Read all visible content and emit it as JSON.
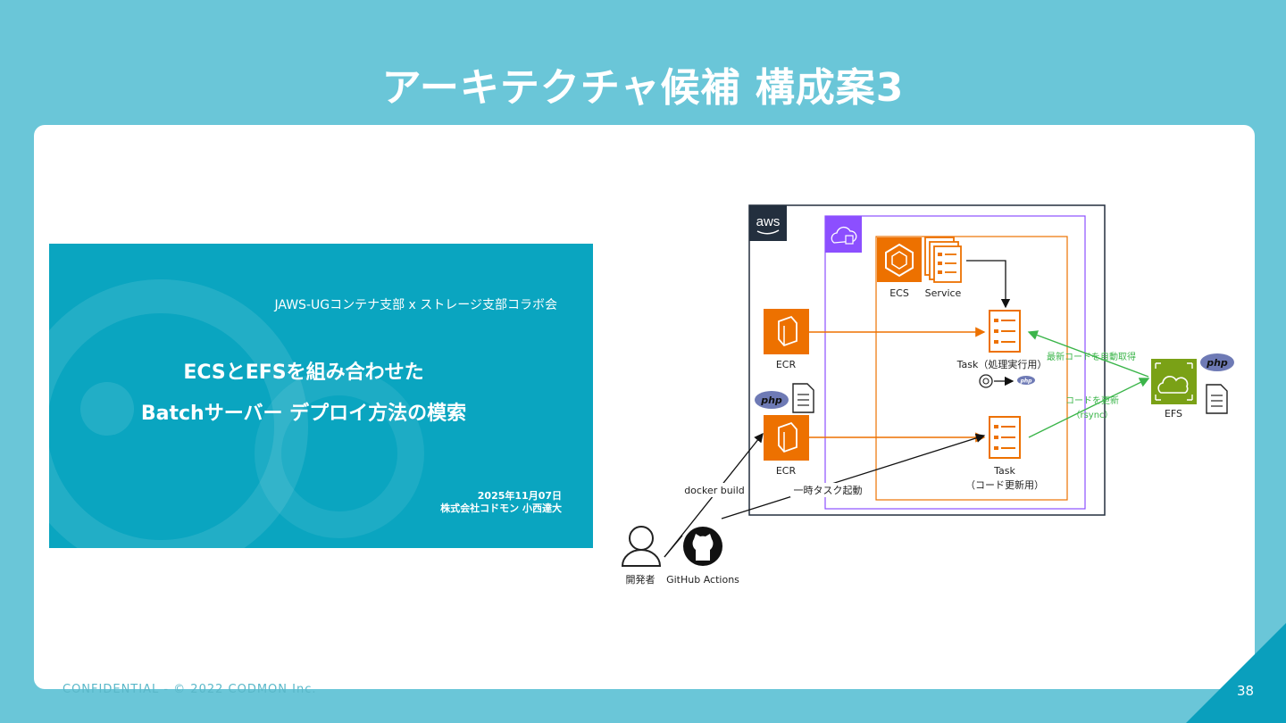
{
  "slide": {
    "title": "アーキテクチャ候補 構成案3",
    "confidential": "CONFIDENTIAL - © 2022 CODMON Inc.",
    "page_number": "38"
  },
  "thumbnail": {
    "event": "JAWS-UGコンテナ支部 x ストレージ支部コラボ会",
    "title_line1": "ECSとEFSを組み合わせた",
    "title_line2": "Batchサーバー デプロイ方法の模索",
    "date": "2025年11月07日",
    "author": "株式会社コドモン 小西達大"
  },
  "diagram": {
    "aws_logo": "aws",
    "ecs_label": "ECS",
    "service_label": "Service",
    "ecr_label_top": "ECR",
    "ecr_label_bottom": "ECR",
    "task1_label": "Task（処理実行用）",
    "task2_label_line1": "Task",
    "task2_label_line2": "（コード更新用）",
    "efs_label": "EFS",
    "php_badge": "php",
    "arrow_fetch": "最新コードを自動取得",
    "arrow_update_line1": "コードを更新",
    "arrow_update_line2": "（rsync）",
    "docker_build": "docker build",
    "temp_task": "一時タスク起動",
    "developer": "開発者",
    "github_actions": "GitHub Actions",
    "colors": {
      "aws_border": "#232f3e",
      "vpc_border": "#8c4fff",
      "cluster_border": "#ed7100",
      "service_orange": "#ed7100",
      "efs_green": "#7aa116",
      "rsync_green": "#3bb54a",
      "php_purple": "#6e7ab5"
    }
  }
}
